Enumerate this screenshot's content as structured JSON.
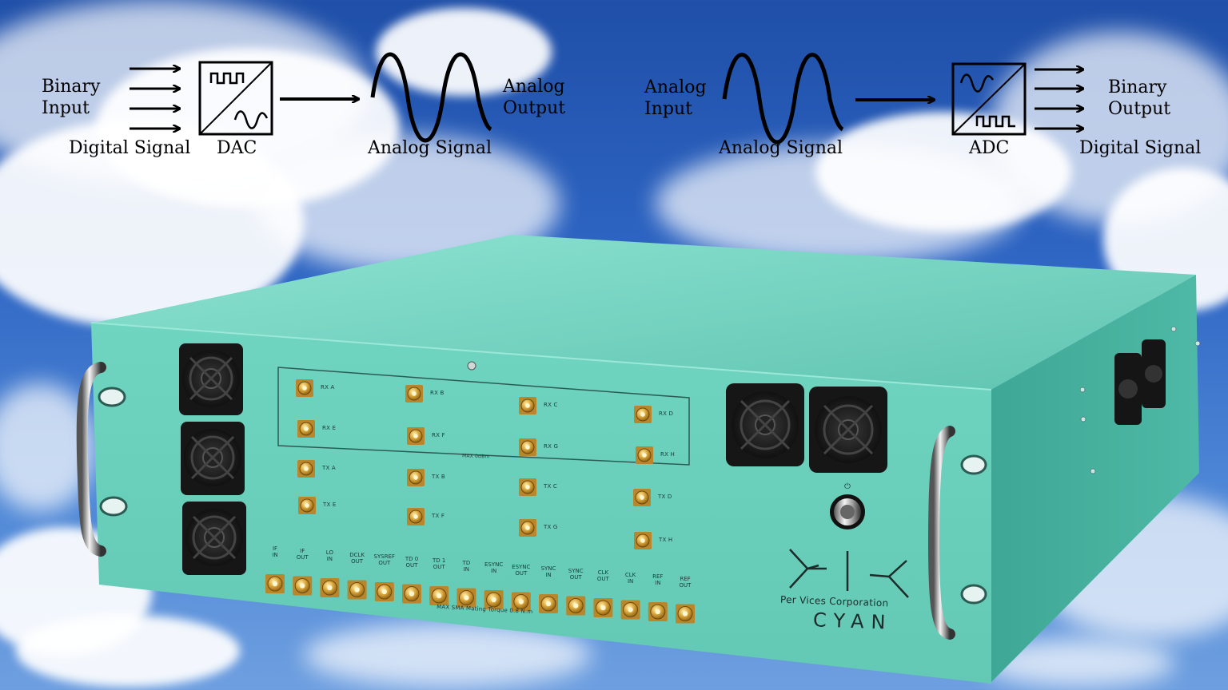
{
  "dac_diagram": {
    "input_label": "Binary\nInput",
    "digital_signal_label": "Digital Signal",
    "block_label": "DAC",
    "output_label": "Analog\nOutput",
    "analog_signal_label": "Analog Signal"
  },
  "adc_diagram": {
    "input_label": "Analog\nInput",
    "analog_signal_label": "Analog Signal",
    "block_label": "ADC",
    "output_label": "Binary\nOutput",
    "digital_signal_label": "Digital Signal"
  },
  "device": {
    "brand_company": "Per Vices Corporation",
    "brand_product": "CYAN",
    "rx_ports": [
      "RX A",
      "RX B",
      "RX C",
      "RX D",
      "RX E",
      "RX F",
      "RX G",
      "RX H"
    ],
    "tx_ports": [
      "TX A",
      "TX B",
      "TX C",
      "TX D",
      "TX E",
      "TX F",
      "TX G",
      "TX H"
    ],
    "rx_limit_label": "MAX 0dBm",
    "io_ports": [
      "IF\nIN",
      "IF\nOUT",
      "LO\nIN",
      "DCLK\nOUT",
      "SYSREF\nOUT",
      "TD 0\nOUT",
      "TD 1\nOUT",
      "TD\nIN",
      "ESYNC\nIN",
      "ESYNC\nOUT",
      "SYNC\nIN",
      "SYNC\nOUT",
      "CLK\nOUT",
      "CLK\nIN",
      "REF\nIN",
      "REF\nOUT"
    ],
    "torque_label": "MAX SMA Mating Torque 0.8 N.m",
    "power_symbol": "⏻"
  },
  "colors": {
    "sky": "#2d64c2",
    "chassis": "#6fd4c0",
    "chassis_dark": "#4fb7a4",
    "connector_gold": "#d9a43a"
  }
}
